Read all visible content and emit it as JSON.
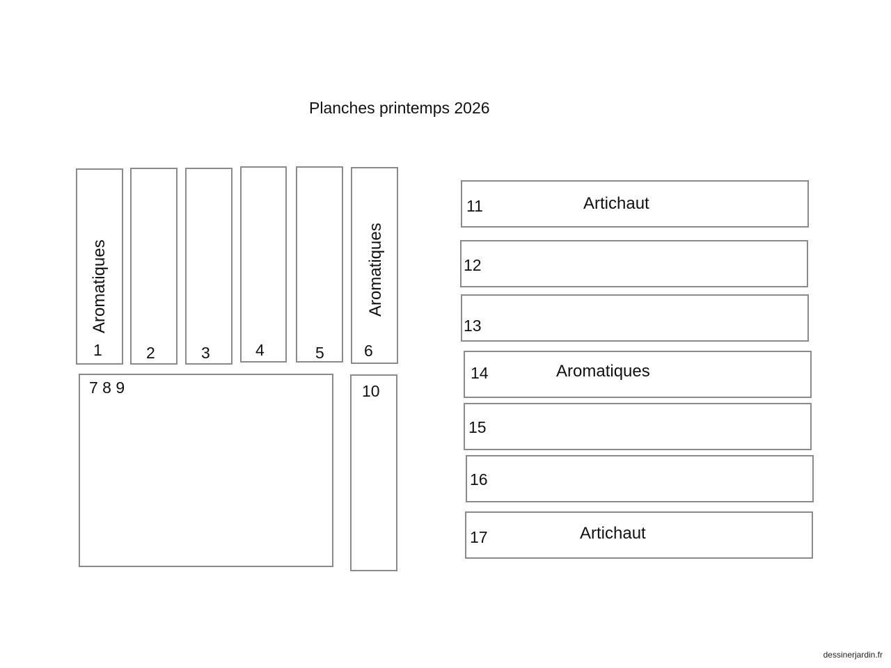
{
  "title": "Planches printemps 2026",
  "credit": "dessinerjardin.fr",
  "beds": [
    {
      "number": "1",
      "crop": "Aromatiques"
    },
    {
      "number": "2",
      "crop": ""
    },
    {
      "number": "3",
      "crop": ""
    },
    {
      "number": "4",
      "crop": ""
    },
    {
      "number": "5",
      "crop": ""
    },
    {
      "number": "6",
      "crop": "Aromatiques"
    },
    {
      "number": "7 8 9",
      "crop": ""
    },
    {
      "number": "10",
      "crop": ""
    },
    {
      "number": "11",
      "crop": "Artichaut"
    },
    {
      "number": "12",
      "crop": ""
    },
    {
      "number": "13",
      "crop": ""
    },
    {
      "number": "14",
      "crop": "Aromatiques"
    },
    {
      "number": "15",
      "crop": ""
    },
    {
      "number": "16",
      "crop": ""
    },
    {
      "number": "17",
      "crop": "Artichaut"
    }
  ]
}
